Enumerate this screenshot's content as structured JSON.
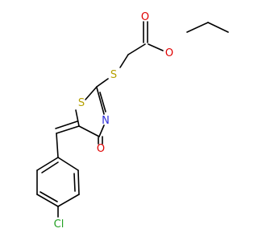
{
  "molecule": {
    "atoms": {
      "sulfur_thioether": "S",
      "sulfur_ring": "S",
      "nitrogen": "N",
      "oxygen_carbonyl_ester": "O",
      "oxygen_ester": "O",
      "oxygen_ketone": "O",
      "chlorine": "Cl"
    },
    "colors": {
      "bond": "#000000",
      "sulfur": "#b5a000",
      "nitrogen": "#2f2fd8",
      "oxygen": "#e00000",
      "chlorine": "#22a022"
    }
  }
}
